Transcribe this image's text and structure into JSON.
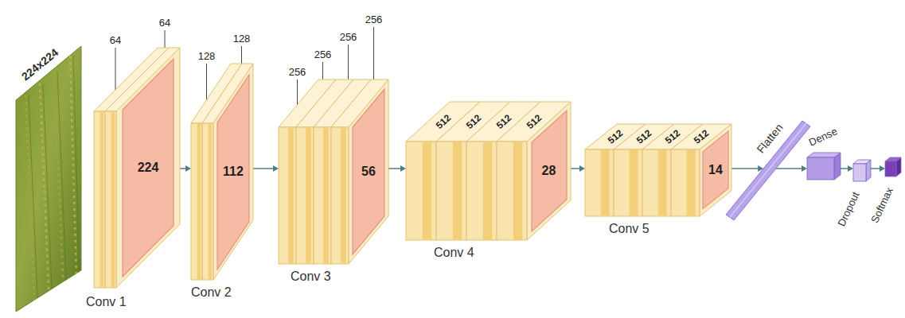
{
  "diagram": {
    "nodes": [
      {
        "text": [
          "224x224"
        ]
      },
      {
        "text": [
          "Conv 1"
        ]
      },
      {
        "text": [
          "224"
        ],
        "in": 1
      },
      {
        "text": [
          "Conv 2"
        ]
      },
      {
        "text": [
          "112"
        ],
        "in": 3
      },
      {
        "text": [
          "Conv 3"
        ]
      },
      {
        "text": [
          "56"
        ],
        "in": 5
      },
      {
        "text": [
          "Conv 4"
        ]
      },
      {
        "text": [
          "28"
        ],
        "in": 7
      },
      {
        "text": [
          "Conv 5"
        ]
      },
      {
        "text": [
          "14"
        ],
        "in": 9
      },
      {
        "text": [
          "Flatten"
        ]
      },
      {
        "text": [
          "Dense"
        ]
      },
      {
        "text": [
          "Dropout"
        ]
      },
      {
        "text": [
          "Softmax"
        ]
      }
    ],
    "edges": [
      {
        "from": 2,
        "to": 3,
        "arrow": "to"
      },
      {
        "from": 4,
        "to": 5,
        "arrow": "to"
      },
      {
        "from": 6,
        "to": 7,
        "arrow": "to"
      },
      {
        "from": 8,
        "to": 9,
        "arrow": "to"
      },
      {
        "from": 10,
        "to": 11,
        "arrow": "to"
      },
      {
        "from": 11,
        "to": 12,
        "arrow": "to"
      },
      {
        "from": 12,
        "to": 13,
        "arrow": "to"
      },
      {
        "from": 13,
        "to": 14,
        "arrow": "to"
      }
    ],
    "labels": [
      "64",
      "64",
      "128",
      "128",
      "256",
      "256",
      "256",
      "256",
      "512",
      "512",
      "512",
      "512",
      "512",
      "512",
      "512",
      "512"
    ]
  }
}
